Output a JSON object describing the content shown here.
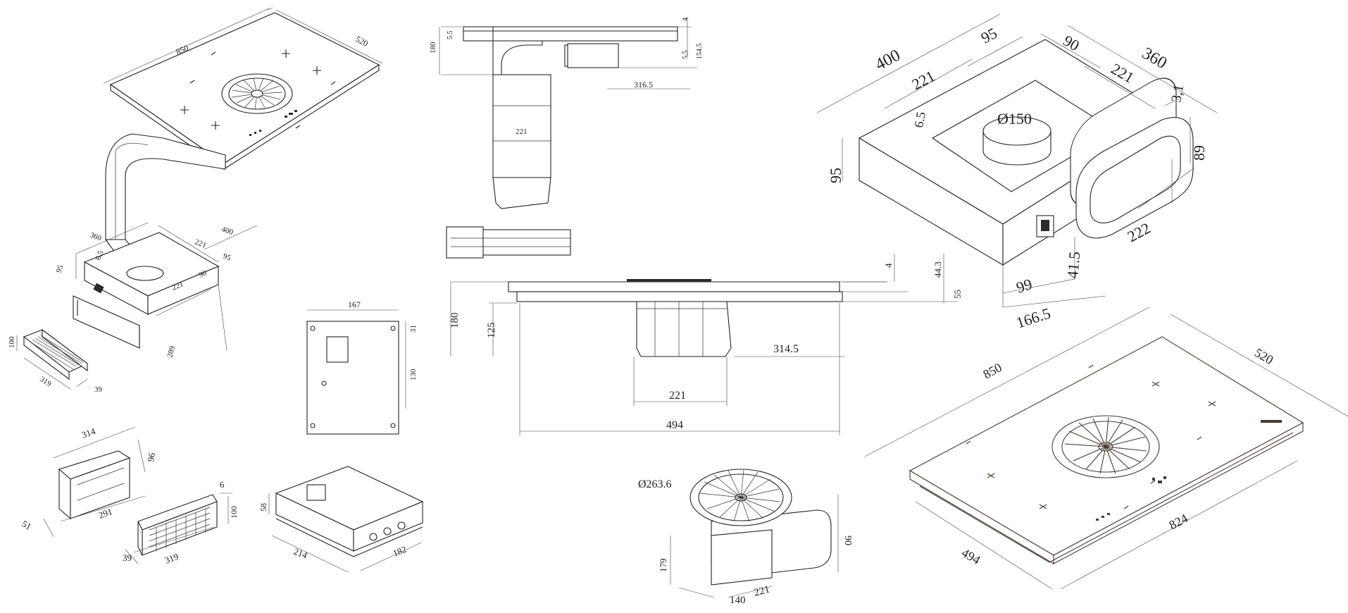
{
  "colors": {
    "line": "#222222",
    "brown_line": "#4a3a32",
    "background": "#ffffff"
  },
  "views": {
    "iso_assembly": {
      "cooktop_len": "850",
      "cooktop_wid": "520",
      "box_l": "360",
      "box_w": "400",
      "box_a": "221",
      "box_b": "95",
      "box_c": "6.5",
      "box_d": "221",
      "box_e": "90",
      "box_f": "95",
      "box_g": "289"
    },
    "grille_small": {
      "h": "100",
      "len": "319",
      "depth": "39"
    },
    "side_elevation": {
      "top_a": "5.5",
      "top_b": "4",
      "height": "180",
      "right_a": "154.5",
      "right_b": "5.5",
      "depth": "316.5",
      "duct": "221"
    },
    "plate": {
      "width": "167",
      "h1": "31",
      "h2": "130"
    },
    "front_section": {
      "thk": "4",
      "a": "44.3",
      "b": "55",
      "h180": "180",
      "h125": "125",
      "r314": "314.5",
      "w221": "221",
      "w494": "494"
    },
    "plenum_box": {
      "w400": "400",
      "w95": "95",
      "w90": "90",
      "w360": "360",
      "w221a": "221",
      "w221b": "221",
      "h3_1": "3,1",
      "h6_5": "6.5",
      "dia": "Ø150",
      "h95": "95",
      "h89": "89",
      "d222": "222",
      "h41_5": "41.5",
      "d99": "99",
      "d166_5": "166.5"
    },
    "cooktop_big": {
      "len": "850",
      "wid": "520",
      "front": "824",
      "side": "494"
    },
    "duct_part": {
      "len": "314",
      "h": "96",
      "inner": "291",
      "depth": "51"
    },
    "grille_big": {
      "h": "100",
      "t": "6",
      "len": "319",
      "depth": "39"
    },
    "junction_box": {
      "h": "58",
      "len": "214",
      "wid": "182"
    },
    "fan_unit": {
      "dia": "Ø263.6",
      "h179": "179",
      "h90": "90",
      "d140": "140",
      "w221": "221"
    }
  }
}
